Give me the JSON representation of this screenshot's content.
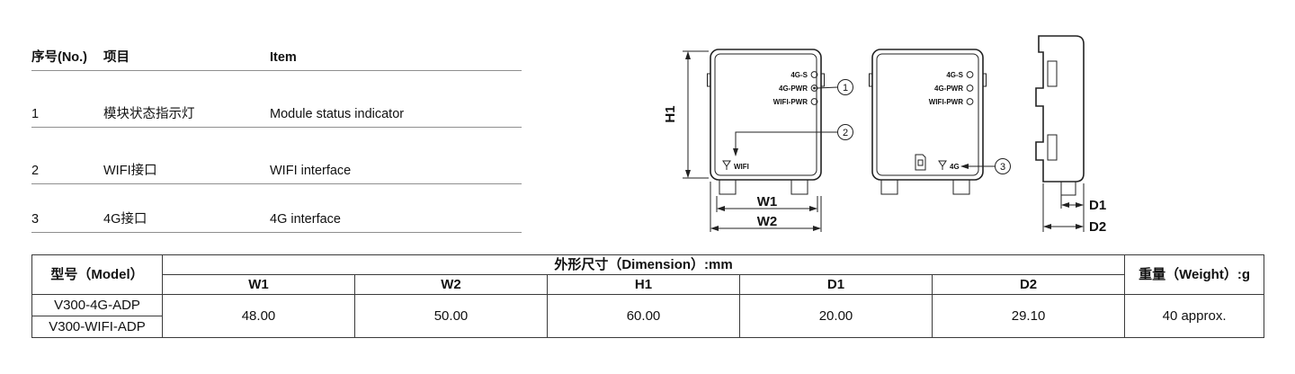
{
  "parts_table": {
    "headers": {
      "no": "序号(No.)",
      "item_cn": "项目",
      "item_en": "Item"
    },
    "rows": [
      {
        "no": "1",
        "cn": "模块状态指示灯",
        "en": "Module status indicator"
      },
      {
        "no": "2",
        "cn": "WIFI接口",
        "en": "WIFI interface"
      },
      {
        "no": "3",
        "cn": "4G接口",
        "en": "4G interface"
      }
    ]
  },
  "diagram": {
    "front_left": {
      "leds": [
        "4G-S",
        "4G-PWR",
        "WIFI-PWR"
      ],
      "antenna_label": "WIFI",
      "dim_h": "H1",
      "dim_w1": "W1",
      "dim_w2": "W2",
      "callout_1": "1",
      "callout_2": "2"
    },
    "front_right": {
      "leds": [
        "4G-S",
        "4G-PWR",
        "WIFI-PWR"
      ],
      "antenna_label": "4G",
      "callout_3": "3"
    },
    "side_view": {
      "dim_d1": "D1",
      "dim_d2": "D2"
    }
  },
  "spec_table": {
    "model_header": "型号（Model）",
    "dimension_header": "外形尺寸（Dimension）:mm",
    "weight_header": "重量（Weight）:g",
    "dim_cols": [
      "W1",
      "W2",
      "H1",
      "D1",
      "D2"
    ],
    "models": [
      "V300-4G-ADP",
      "V300-WIFI-ADP"
    ],
    "values": [
      "48.00",
      "50.00",
      "60.00",
      "20.00",
      "29.10"
    ],
    "weight": "40 approx."
  },
  "colors": {
    "line": "#222222",
    "border": "#3a3a3a",
    "text": "#111111"
  }
}
